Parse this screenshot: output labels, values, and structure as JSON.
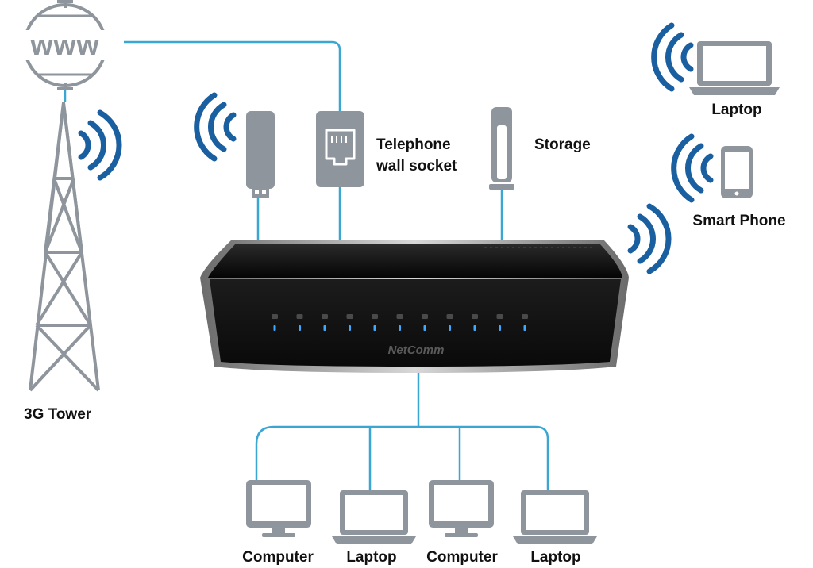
{
  "colors": {
    "cable": "#3aa7d3",
    "wifi": "#1a5fa0",
    "device_gray": "#8f959c",
    "device_dark": "#5d636a",
    "router_body": "#121212",
    "led": "#3fa9ff",
    "text": "#111111"
  },
  "internet": {
    "label": "www",
    "icon": "globe-icon"
  },
  "tower": {
    "label": "3G Tower",
    "icon": "cell-tower-icon"
  },
  "usb_modem": {
    "icon": "usb-modem-icon"
  },
  "telephone": {
    "line1": "Telephone",
    "line2": "wall socket",
    "icon": "phone-jack-icon"
  },
  "storage": {
    "label": "Storage",
    "icon": "usb-storage-icon"
  },
  "router": {
    "brand": "NetComm",
    "icon": "router-icon",
    "led_count": 11
  },
  "wireless_clients": [
    {
      "label": "Laptop",
      "icon": "laptop-icon"
    },
    {
      "label": "Smart Phone",
      "icon": "smartphone-icon"
    }
  ],
  "wired_clients": [
    {
      "label": "Computer",
      "icon": "desktop-computer-icon"
    },
    {
      "label": "Laptop",
      "icon": "laptop-icon"
    },
    {
      "label": "Computer",
      "icon": "desktop-computer-icon"
    },
    {
      "label": "Laptop",
      "icon": "laptop-icon"
    }
  ]
}
